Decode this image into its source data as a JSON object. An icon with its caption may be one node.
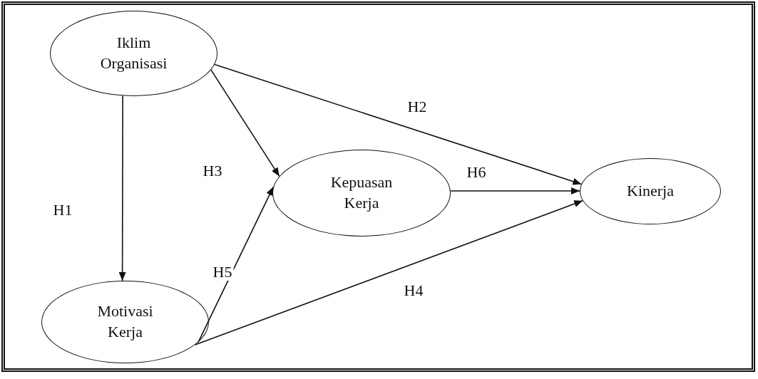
{
  "diagram": {
    "nodes": [
      {
        "text": [
          "Iklim Organisasi"
        ]
      },
      {
        "text": [
          "Motivasi Kerja"
        ]
      },
      {
        "text": [
          "Kepuasan Kerja"
        ]
      },
      {
        "text": [
          "Kinerja"
        ]
      }
    ],
    "edges": [
      {
        "from": 0,
        "to": 1,
        "arrow": "to",
        "label": "H1"
      },
      {
        "from": 0,
        "to": 2,
        "arrow": "to",
        "label": "H3"
      },
      {
        "from": 0,
        "to": 3,
        "arrow": "to",
        "label": "H2"
      },
      {
        "from": 2,
        "to": 3,
        "arrow": "to",
        "label": "H6"
      },
      {
        "from": 1,
        "to": 3,
        "arrow": "to",
        "label": "H4"
      },
      {
        "from": 1,
        "to": 2,
        "arrow": "to",
        "label": "H5"
      }
    ]
  }
}
